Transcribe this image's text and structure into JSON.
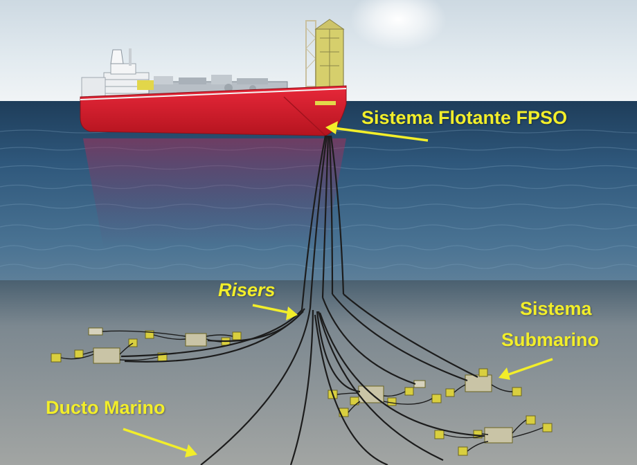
{
  "labels": {
    "fpso": "Sistema Flotante FPSO",
    "risers": "Risers",
    "submarino_line1": "Sistema",
    "submarino_line2": "Submarino",
    "ducto": "Ducto Marino"
  },
  "colors": {
    "label_text": "#f2ee2a",
    "arrow": "#f2ee2a",
    "hull": "#d81e2c",
    "sky": "#dfe8ef",
    "sea": "#2c5478",
    "seabed": "#8c9092",
    "subsea_equipment": "#d8cf3e",
    "pipeline": "#1c1c1c"
  }
}
